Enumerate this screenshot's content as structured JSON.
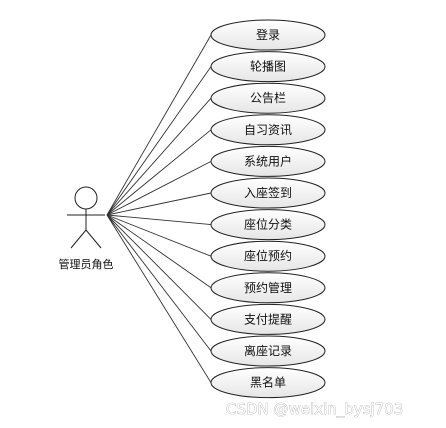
{
  "actor": {
    "label": "管理员角色"
  },
  "use_cases": [
    {
      "label": "登录"
    },
    {
      "label": "轮播图"
    },
    {
      "label": "公告栏"
    },
    {
      "label": "自习资讯"
    },
    {
      "label": "系统用户"
    },
    {
      "label": "入座签到"
    },
    {
      "label": "座位分类"
    },
    {
      "label": "座位预约"
    },
    {
      "label": "预约管理"
    },
    {
      "label": "支付提醒"
    },
    {
      "label": "离座记录"
    },
    {
      "label": "黑名单"
    }
  ],
  "watermark": "CSDN @weixin_bysj703",
  "colors": {
    "ellipse_fill_top": "#ffffff",
    "ellipse_fill_bottom": "#e7e7e7",
    "stroke": "#222222"
  }
}
